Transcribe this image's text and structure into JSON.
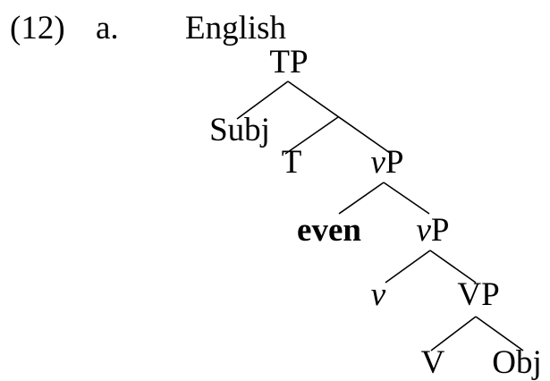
{
  "example": {
    "number": "(12)",
    "letter": "a.",
    "language": "English"
  },
  "tree": {
    "tp": "TP",
    "subj": "Subj",
    "t": "T",
    "vp1": {
      "head": "v",
      "tail": "P"
    },
    "even": "even",
    "vp2": {
      "head": "v",
      "tail": "P"
    },
    "v": "v",
    "bigvp": "VP",
    "bigv": "V",
    "obj": "Obj"
  }
}
